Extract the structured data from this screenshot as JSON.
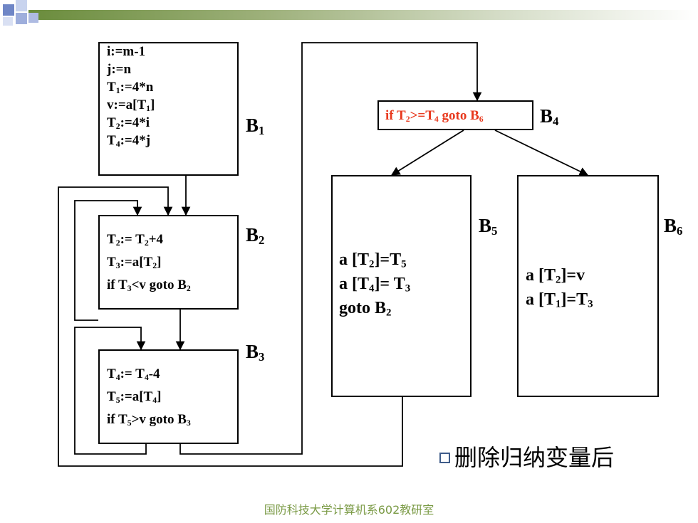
{
  "blocks": {
    "b1": {
      "label": "B",
      "label_sub": "1",
      "lines": [
        {
          "pre": "i:=m-1"
        },
        {
          "pre": "j:=n"
        },
        {
          "pre": "T",
          "sub": "1",
          "post": ":=4*n"
        },
        {
          "pre": "v:=a[T",
          "sub": "1",
          "post": "]"
        },
        {
          "pre": "T",
          "sub": "2",
          "post": ":=4*i"
        },
        {
          "pre": "T",
          "sub": "4",
          "post": ":=4*j"
        }
      ]
    },
    "b2": {
      "label": "B",
      "label_sub": "2",
      "l1": {
        "a": "T",
        "a_sub": "2",
        "b": ":= T",
        "b_sub": "2",
        "c": "+4"
      },
      "l2": {
        "a": "T",
        "a_sub": "3",
        "b": ":=a[T",
        "b_sub": "2",
        "c": "]"
      },
      "l3": {
        "a": "if T",
        "a_sub": "3",
        "b": "<v goto B",
        "b_sub": "2"
      }
    },
    "b3": {
      "label": "B",
      "label_sub": "3",
      "l1": {
        "a": "T",
        "a_sub": "4",
        "b": ":= T",
        "b_sub": "4",
        "c": "-4"
      },
      "l2": {
        "a": "T",
        "a_sub": "5",
        "b": ":=a[T",
        "b_sub": "4",
        "c": "]"
      },
      "l3": {
        "a": "if T",
        "a_sub": "5",
        "b": ">v goto B",
        "b_sub": "3"
      }
    },
    "b4": {
      "label": "B",
      "label_sub": "4",
      "cond": {
        "a": "if T",
        "a_sub": "2",
        "b": ">=T",
        "b_sub": "4",
        "c": " goto B",
        "c_sub": "6"
      }
    },
    "b5": {
      "label": "B",
      "label_sub": "5",
      "l1": {
        "a": "a [T",
        "a_sub": "2",
        "b": "]=T",
        "b_sub": "5"
      },
      "l2": {
        "a": "a [T",
        "a_sub": "4",
        "b": "]= T",
        "b_sub": "3"
      },
      "l3": {
        "a": "goto B",
        "a_sub": "2"
      }
    },
    "b6": {
      "label": "B",
      "label_sub": "6",
      "l1": {
        "a": "a [T",
        "a_sub": "2",
        "b": "]=v"
      },
      "l2": {
        "a": "a [T",
        "a_sub": "1",
        "b": "]=T",
        "b_sub": "3"
      }
    }
  },
  "note": "删除归纳变量后",
  "footer": "国防科技大学计算机系602教研室",
  "colors": {
    "accent_red": "#e8391e",
    "bar_green": "#6a8c3c",
    "footer_green": "#7a9a45",
    "corner_blue": "#6f86c6"
  },
  "icons": {
    "note_bullet": "hollow-square-bullet"
  }
}
